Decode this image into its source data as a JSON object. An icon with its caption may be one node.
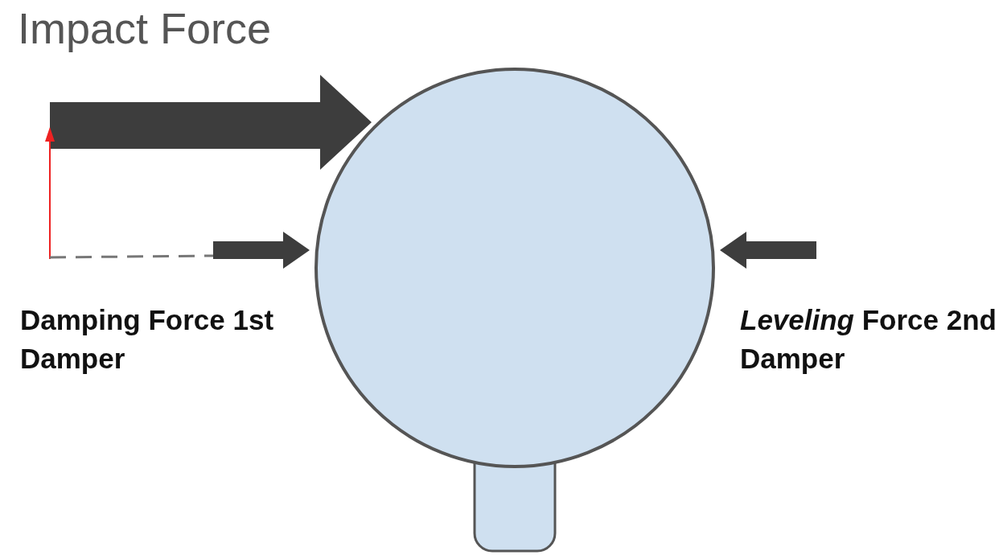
{
  "diagram": {
    "labels": [
      "Impact Force",
      "Damping Force 1st Damper",
      "*Leveling* Force 2nd Damper"
    ]
  }
}
